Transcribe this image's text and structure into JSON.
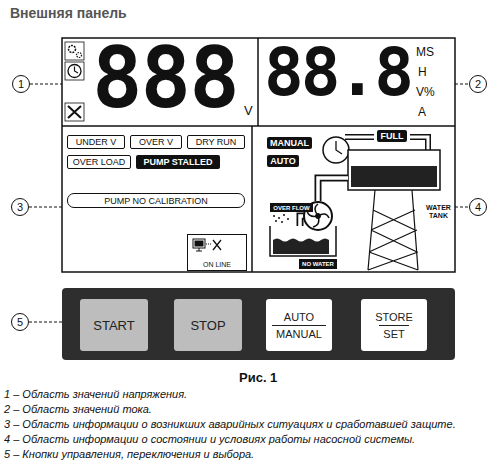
{
  "diagram": {
    "title": "Внешняя панель",
    "caption": "Рис. 1",
    "nodes": [
      {
        "text": [
          "1"
        ]
      },
      {
        "text": [
          "2"
        ]
      },
      {
        "text": [
          "3"
        ]
      },
      {
        "text": [
          "4"
        ]
      },
      {
        "text": [
          "5"
        ]
      },
      {
        "text": [
          "UNDER V"
        ]
      },
      {
        "text": [
          "OVER V"
        ]
      },
      {
        "text": [
          "DRY RUN"
        ]
      },
      {
        "text": [
          "OVER LOAD"
        ]
      },
      {
        "text": [
          "PUMP STALLED"
        ]
      },
      {
        "text": [
          "PUMP NO CALIBRATION"
        ]
      },
      {
        "text": [
          "ON LINE"
        ]
      },
      {
        "text": [
          "MANUAL"
        ]
      },
      {
        "text": [
          "AUTO"
        ]
      },
      {
        "text": [
          "FULL"
        ]
      },
      {
        "text": [
          "OVER FLOW"
        ]
      },
      {
        "text": [
          "NO WATER"
        ]
      },
      {
        "text": [
          "START"
        ]
      },
      {
        "text": [
          "STOP"
        ]
      },
      {
        "text": [
          "AUTO",
          "MANUAL"
        ]
      },
      {
        "text": [
          "STORE",
          "SET"
        ]
      }
    ],
    "labels": [
      "888",
      "V",
      "88.8",
      "MS",
      "H",
      "V%",
      "A",
      "WATER TANK",
      "1 – Область значений напряжения.",
      "2 – Область значений тока.",
      "3 – Область информации о возникших аварийных ситуациях и сработавшей защите.",
      "4 – Область информации о состоянии и условиях работы насосной системы.",
      "5 – Кнопки управления, переключения и выбора."
    ]
  }
}
